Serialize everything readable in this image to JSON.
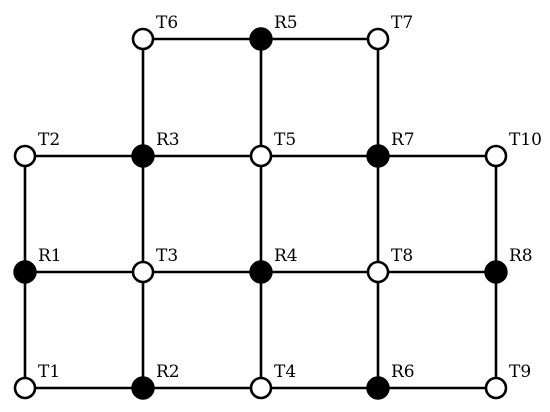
{
  "nodes": [
    {
      "id": "T6",
      "label": "T6",
      "kind": "T"
    },
    {
      "id": "R5",
      "label": "R5",
      "kind": "R"
    },
    {
      "id": "T7",
      "label": "T7",
      "kind": "T"
    },
    {
      "id": "T2",
      "label": "T2",
      "kind": "T"
    },
    {
      "id": "R3",
      "label": "R3",
      "kind": "R"
    },
    {
      "id": "T5",
      "label": "T5",
      "kind": "T"
    },
    {
      "id": "R7",
      "label": "R7",
      "kind": "R"
    },
    {
      "id": "T10",
      "label": "T10",
      "kind": "T"
    },
    {
      "id": "R1",
      "label": "R1",
      "kind": "R"
    },
    {
      "id": "T3",
      "label": "T3",
      "kind": "T"
    },
    {
      "id": "R4",
      "label": "R4",
      "kind": "R"
    },
    {
      "id": "T8",
      "label": "T8",
      "kind": "T"
    },
    {
      "id": "R8",
      "label": "R8",
      "kind": "R"
    },
    {
      "id": "T1",
      "label": "T1",
      "kind": "T"
    },
    {
      "id": "R2",
      "label": "R2",
      "kind": "R"
    },
    {
      "id": "T4",
      "label": "T4",
      "kind": "T"
    },
    {
      "id": "R6",
      "label": "R6",
      "kind": "R"
    },
    {
      "id": "T9",
      "label": "T9",
      "kind": "T"
    }
  ],
  "edges": [
    [
      "T6",
      "R5"
    ],
    [
      "R5",
      "T7"
    ],
    [
      "T2",
      "R3"
    ],
    [
      "R3",
      "T5"
    ],
    [
      "T5",
      "R7"
    ],
    [
      "R7",
      "T10"
    ],
    [
      "R1",
      "T3"
    ],
    [
      "T3",
      "R4"
    ],
    [
      "R4",
      "T8"
    ],
    [
      "T8",
      "R8"
    ],
    [
      "T1",
      "R2"
    ],
    [
      "R2",
      "T4"
    ],
    [
      "T4",
      "R6"
    ],
    [
      "R6",
      "T9"
    ],
    [
      "T6",
      "R3"
    ],
    [
      "R3",
      "T3"
    ],
    [
      "T3",
      "R2"
    ],
    [
      "R5",
      "T5"
    ],
    [
      "T5",
      "R4"
    ],
    [
      "R4",
      "T4"
    ],
    [
      "T7",
      "R7"
    ],
    [
      "R7",
      "T8"
    ],
    [
      "T8",
      "R6"
    ],
    [
      "T2",
      "R1"
    ],
    [
      "R1",
      "T1"
    ],
    [
      "T10",
      "R8"
    ],
    [
      "R8",
      "T9"
    ]
  ],
  "colors": {
    "filled_node": "#000000",
    "hollow_node": "#ffffff",
    "line": "#000000"
  }
}
